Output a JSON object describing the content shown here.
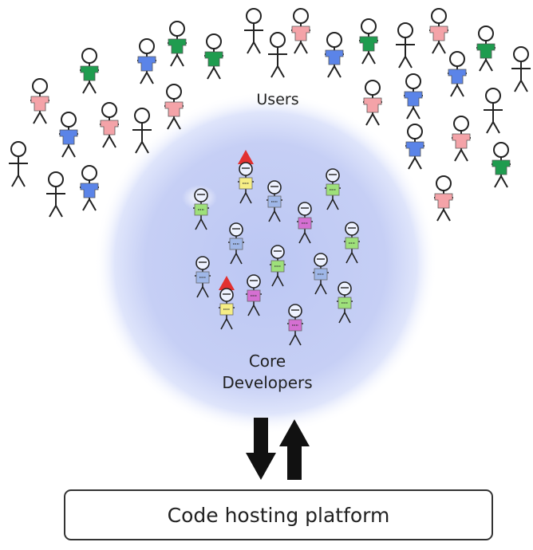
{
  "labels": {
    "users": "Users",
    "core_line1": "Core",
    "core_line2": "Developers",
    "platform": "Code hosting platform"
  },
  "colors": {
    "user_pink": "#f4a3a8",
    "user_blue": "#5b84e8",
    "user_green": "#1f9c4f",
    "dev_green": "#9ee07a",
    "dev_blue": "#9fb7e8",
    "dev_magenta": "#d56fd2",
    "dev_yellow": "#f6ee85",
    "hat_red": "#e23030",
    "bubble": "#c9d2f5",
    "stroke": "#222222"
  },
  "users": [
    {
      "shirt": "none"
    },
    {
      "shirt": "pink"
    },
    {
      "shirt": "blue"
    },
    {
      "shirt": "green"
    },
    {
      "shirt": "pink"
    },
    {
      "shirt": "blue"
    },
    {
      "shirt": "none"
    },
    {
      "shirt": "green"
    },
    {
      "shirt": "pink"
    },
    {
      "shirt": "green"
    },
    {
      "shirt": "none"
    },
    {
      "shirt": "none"
    },
    {
      "shirt": "pink"
    },
    {
      "shirt": "blue"
    },
    {
      "shirt": "green"
    },
    {
      "shirt": "none"
    },
    {
      "shirt": "pink"
    },
    {
      "shirt": "pink"
    },
    {
      "shirt": "blue"
    },
    {
      "shirt": "green"
    },
    {
      "shirt": "blue"
    },
    {
      "shirt": "none"
    },
    {
      "shirt": "pink"
    },
    {
      "shirt": "blue"
    },
    {
      "shirt": "pink"
    },
    {
      "shirt": "green"
    },
    {
      "shirt": "none"
    },
    {
      "shirt": "blue"
    },
    {
      "shirt": "none"
    },
    {
      "shirt": "green"
    },
    {
      "shirt": "blue"
    },
    {
      "shirt": "pink"
    },
    {
      "shirt": "pink"
    }
  ],
  "developers": [
    {
      "shirt": "yellow",
      "hat": true
    },
    {
      "shirt": "green",
      "hat": false
    },
    {
      "shirt": "blue",
      "hat": false
    },
    {
      "shirt": "magenta",
      "hat": false
    },
    {
      "shirt": "green",
      "hat": false
    },
    {
      "shirt": "blue",
      "hat": false
    },
    {
      "shirt": "green",
      "hat": false
    },
    {
      "shirt": "blue",
      "hat": false
    },
    {
      "shirt": "green",
      "hat": false
    },
    {
      "shirt": "blue",
      "hat": false
    },
    {
      "shirt": "yellow",
      "hat": true
    },
    {
      "shirt": "magenta",
      "hat": false
    },
    {
      "shirt": "magenta",
      "hat": false
    },
    {
      "shirt": "green",
      "hat": false
    }
  ]
}
